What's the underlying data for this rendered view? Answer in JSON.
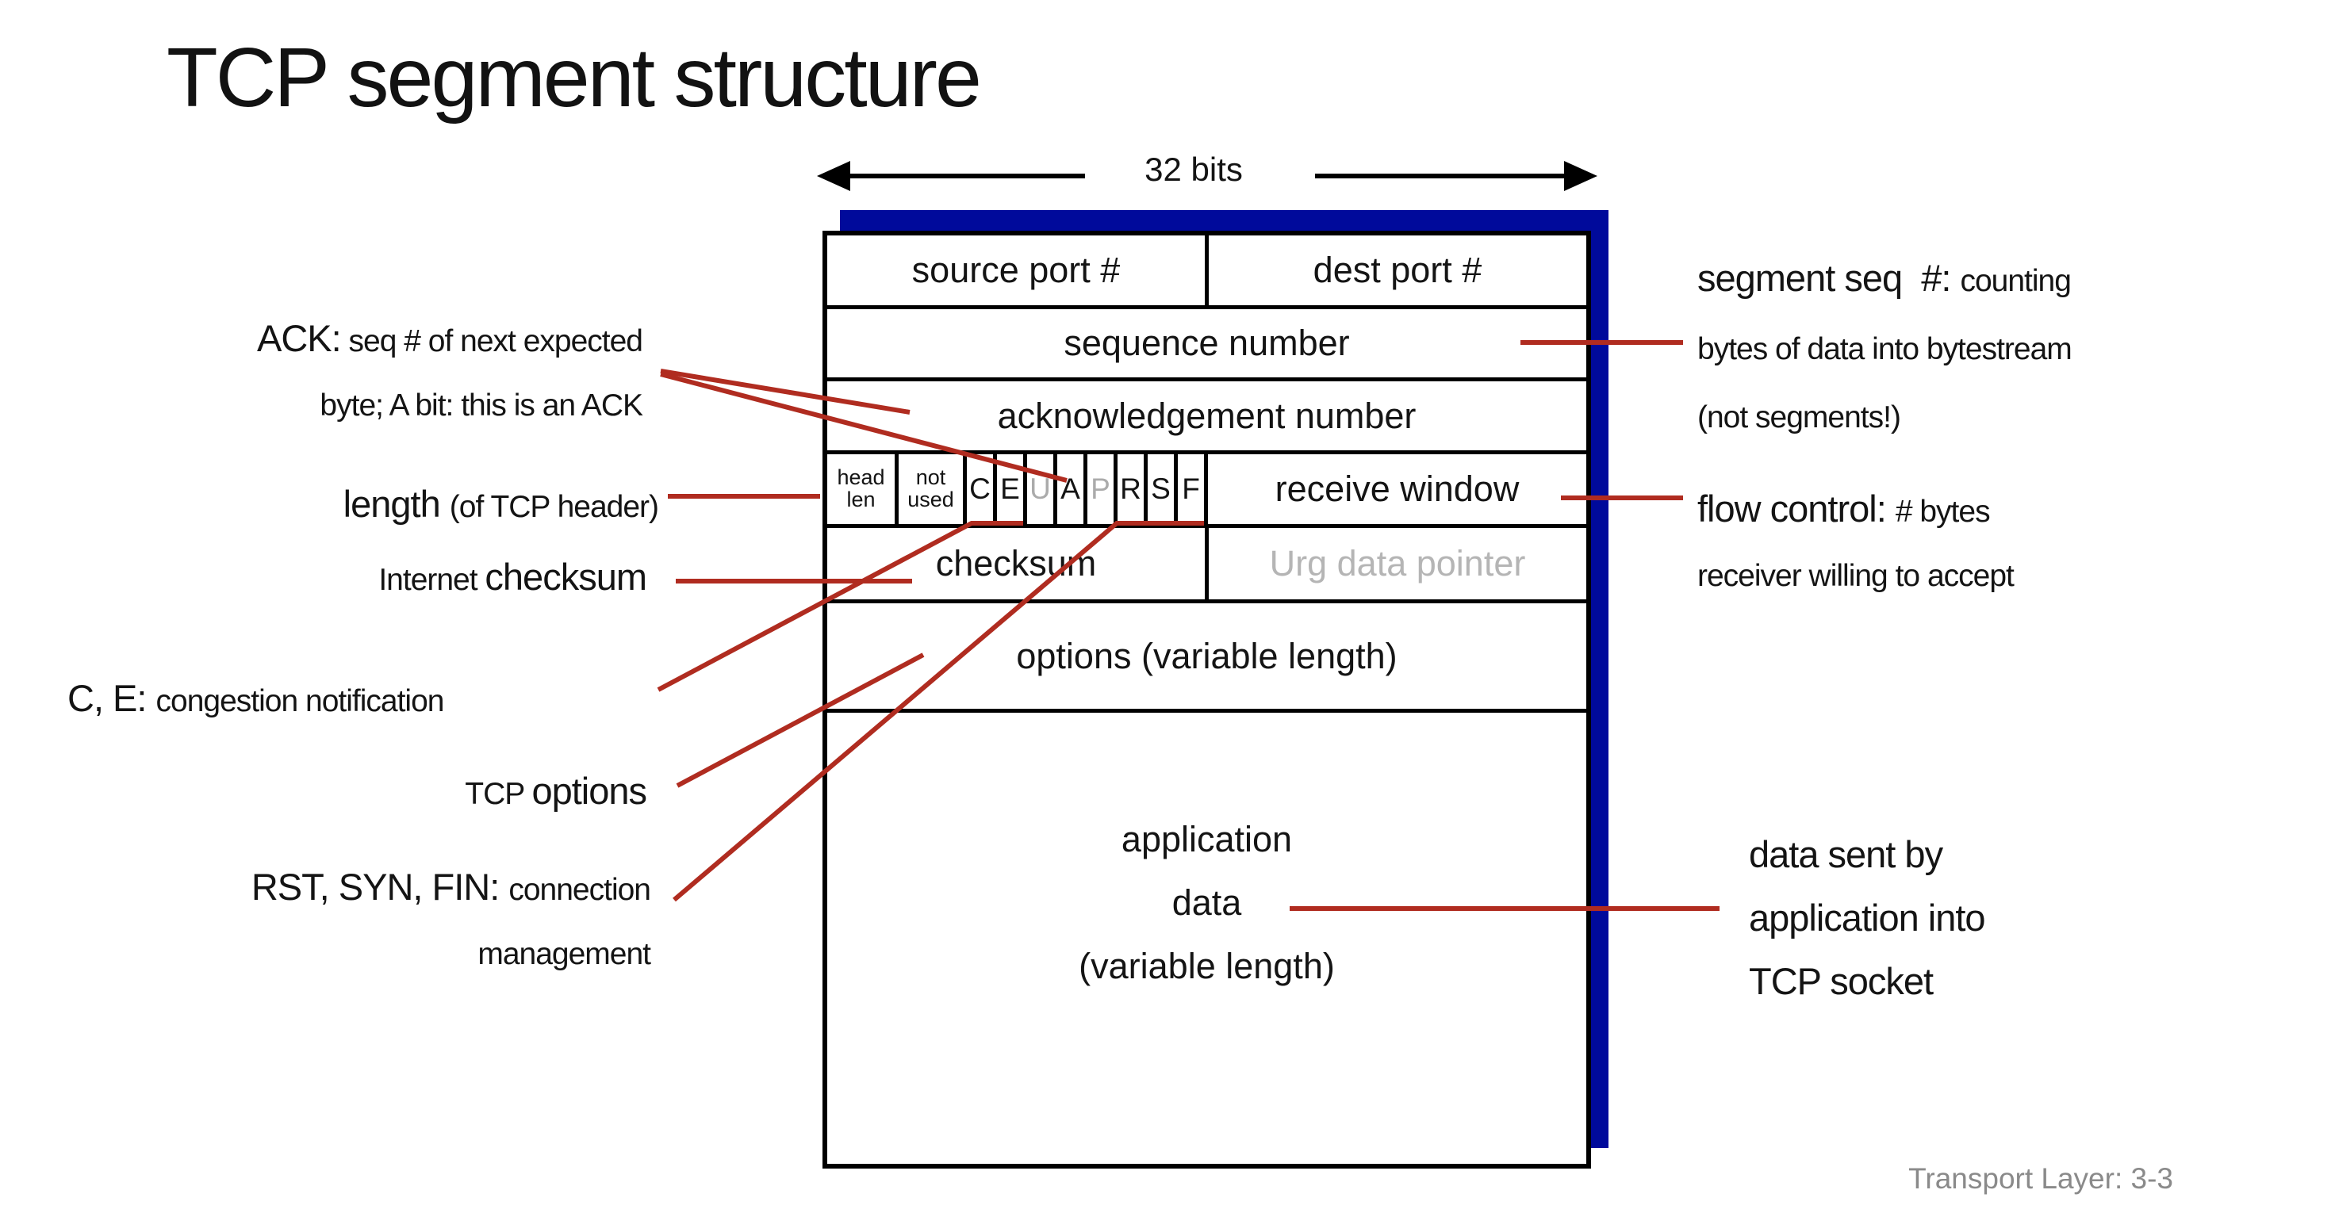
{
  "title": "TCP segment structure",
  "bits_label": "32 bits",
  "colors": {
    "accent_red": "#b02c20",
    "shadow_blue": "#000a9b",
    "muted_gray": "#b5b5b5",
    "footer_gray": "#8a8a8a"
  },
  "table": {
    "source_port": "source port #",
    "dest_port": "dest port #",
    "sequence": "sequence number",
    "acknowledgement": "acknowledgement number",
    "head_len": [
      "head",
      "len"
    ],
    "not_used": [
      "not",
      "used"
    ],
    "flags": [
      "C",
      "E",
      "U",
      "A",
      "P",
      "R",
      "S",
      "F"
    ],
    "muted_flags": [
      "U",
      "P"
    ],
    "receive_window": "receive window",
    "checksum": "checksum",
    "urg_pointer": "Urg data pointer",
    "options": "options (variable length)",
    "app_data": [
      "application",
      "data",
      "(variable length)"
    ]
  },
  "annotations": {
    "ack": {
      "big": "ACK:",
      "small": " seq # of next expected",
      "line2": "byte; A bit: this is an ACK"
    },
    "length": {
      "big": "length ",
      "small": "(of TCP header)"
    },
    "internet_checksum": {
      "small": "Internet ",
      "big": "checksum"
    },
    "congestion": {
      "big": "C, E: ",
      "small": "congestion notification"
    },
    "tcp_options": {
      "small": "TCP ",
      "big": "options"
    },
    "rst": {
      "big": "RST, SYN, FIN: ",
      "small": "connection",
      "line2": "management"
    },
    "segment_seq": {
      "big": "segment seq  #: ",
      "small": "counting",
      "line2": "bytes of data into bytestream",
      "line3": "(not segments!)"
    },
    "flow_control": {
      "big": "flow control: ",
      "small": "# bytes",
      "line2": "receiver willing to accept"
    },
    "data_sent": [
      "data sent by",
      "application into",
      "TCP socket"
    ]
  },
  "footer": "Transport Layer: 3-3"
}
